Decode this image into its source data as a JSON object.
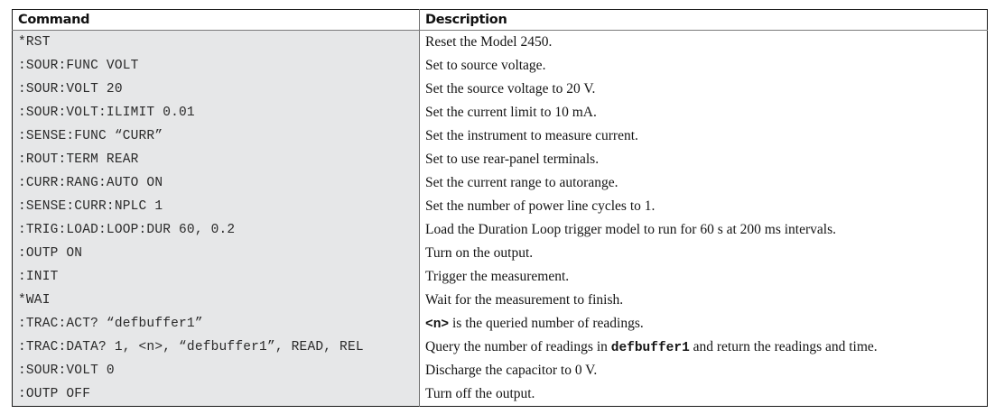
{
  "table": {
    "headers": {
      "command": "Command",
      "description": "Description"
    },
    "rows": [
      {
        "command": "*RST",
        "description": "Reset the Model 2450."
      },
      {
        "command": ":SOUR:FUNC VOLT",
        "description": "Set to source voltage."
      },
      {
        "command": ":SOUR:VOLT 20",
        "description": "Set the source voltage to 20 V."
      },
      {
        "command": ":SOUR:VOLT:ILIMIT 0.01",
        "description": "Set the current limit to 10 mA."
      },
      {
        "command": ":SENSE:FUNC “CURR”",
        "description": "Set the instrument to measure current."
      },
      {
        "command": ":ROUT:TERM REAR",
        "description": "Set to use rear-panel terminals."
      },
      {
        "command": ":CURR:RANG:AUTO ON",
        "description": "Set the current range to autorange."
      },
      {
        "command": ":SENSE:CURR:NPLC 1",
        "description": "Set the number of power line cycles to 1."
      },
      {
        "command": ":TRIG:LOAD:LOOP:DUR 60, 0.2",
        "description": "Load the Duration Loop trigger model to run for 60 s at 200 ms intervals."
      },
      {
        "command": ":OUTP ON",
        "description": "Turn on the output."
      },
      {
        "command": ":INIT",
        "description": "Trigger the measurement."
      },
      {
        "command": "*WAI",
        "description": "Wait for the measurement to finish."
      },
      {
        "command": ":TRAC:ACT? “defbuffer1”",
        "description_code": "<n>",
        "description_rest": " is the queried number of readings."
      },
      {
        "command": ":TRAC:DATA? 1, <n>, “defbuffer1”, READ, REL",
        "description_pre": "Query the number of readings in ",
        "description_code": "defbuffer1",
        "description_post": " and return the readings and time."
      },
      {
        "command": ":SOUR:VOLT 0",
        "description": "Discharge the capacitor to 0 V."
      },
      {
        "command": ":OUTP OFF",
        "description": "Turn off the output."
      }
    ]
  }
}
